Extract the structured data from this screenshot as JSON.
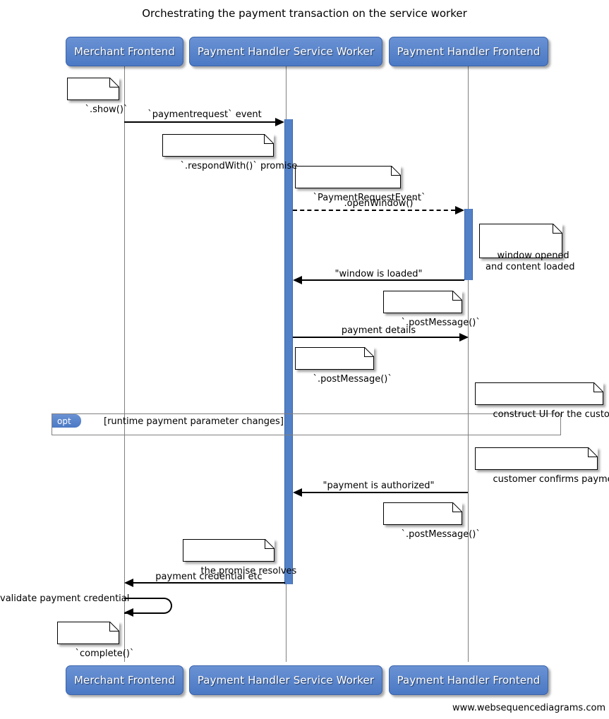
{
  "title": "Orchestrating the payment transaction on the service worker",
  "footer": "www.websequencediagrams.com",
  "colors": {
    "participant_blue": "#5281c8",
    "activation_blue": "#5281c8",
    "lifeline_gray": "#808080",
    "fragment_border": "#808080",
    "text": "#000000"
  },
  "participants": [
    {
      "id": "merchant",
      "label": "Merchant Frontend"
    },
    {
      "id": "sw",
      "label": "Payment Handler Service Worker"
    },
    {
      "id": "phf",
      "label": "Payment Handler Frontend"
    }
  ],
  "participants_bottom": [
    {
      "id": "merchant",
      "label": "Merchant Frontend"
    },
    {
      "id": "sw",
      "label": "Payment Handler Service Worker"
    },
    {
      "id": "phf",
      "label": "Payment Handler Frontend"
    }
  ],
  "messages": [
    {
      "id": "m1",
      "label": "`paymentrequest` event",
      "from": "merchant",
      "to": "sw",
      "style": "solid",
      "direction": "right"
    },
    {
      "id": "m2",
      "label": "`.openWindow()`",
      "from": "sw",
      "to": "phf",
      "style": "dashed",
      "direction": "right"
    },
    {
      "id": "m3",
      "label": "\"window is loaded\"",
      "from": "phf",
      "to": "sw",
      "style": "solid",
      "direction": "left"
    },
    {
      "id": "m4",
      "label": "payment details",
      "from": "sw",
      "to": "phf",
      "style": "solid",
      "direction": "right"
    },
    {
      "id": "m5",
      "label": "\"payment is authorized\"",
      "from": "phf",
      "to": "sw",
      "style": "solid",
      "direction": "left"
    },
    {
      "id": "m6",
      "label": "payment credential etc",
      "from": "sw",
      "to": "merchant",
      "style": "solid",
      "direction": "left"
    },
    {
      "id": "m7",
      "label": "validate payment credential",
      "from": "merchant",
      "to": "merchant",
      "style": "solid",
      "direction": "self"
    }
  ],
  "notes": [
    {
      "id": "n1",
      "text": "`.show()`"
    },
    {
      "id": "n2",
      "text": "`.respondWith()` promise"
    },
    {
      "id": "n3",
      "text": "`PaymentRequestEvent`"
    },
    {
      "id": "n4",
      "text": "window opened\nand content loaded"
    },
    {
      "id": "n5",
      "text": "`.postMessage()`"
    },
    {
      "id": "n6",
      "text": "`.postMessage()`"
    },
    {
      "id": "n7",
      "text": "construct UI for the customer"
    },
    {
      "id": "n8",
      "text": "customer confirms payment"
    },
    {
      "id": "n9",
      "text": "`.postMessage()`"
    },
    {
      "id": "n10",
      "text": "the promise resolves"
    },
    {
      "id": "n11",
      "text": "`complete()`"
    }
  ],
  "fragment": {
    "kind": "opt",
    "condition": "[runtime payment parameter changes]"
  }
}
